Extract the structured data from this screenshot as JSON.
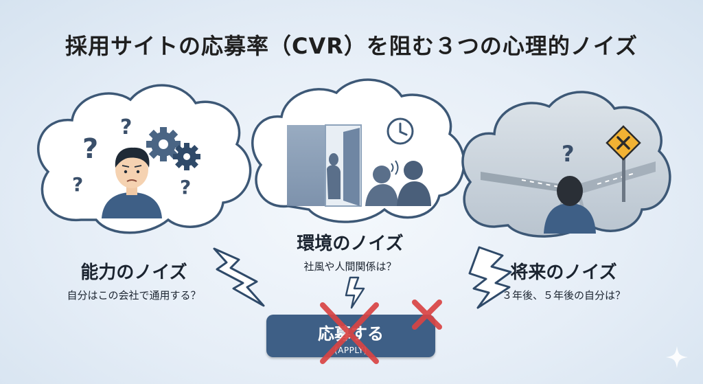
{
  "title": "採用サイトの応募率（CVR）を阻む３つの心理的ノイズ",
  "noises": [
    {
      "title": "能力のノイズ",
      "subtitle": "自分はこの会社で通用する？"
    },
    {
      "title": "環境のノイズ",
      "subtitle": "社風や人間関係は？"
    },
    {
      "title": "将来のノイズ",
      "subtitle": "３年後、５年後の自分は？"
    }
  ],
  "apply_button": {
    "label": "応募する",
    "sublabel": "(APPLY)"
  },
  "colors": {
    "navy": "#3e5f86",
    "cross": "#d94444",
    "cloud_fill": "#ffffff",
    "outline": "#3d5876"
  },
  "icons": [
    "question-mark-icon",
    "gear-icon",
    "clock-icon",
    "warning-sign-icon",
    "cross-mark-icon",
    "lightning-bolt-icon",
    "sparkle-icon"
  ]
}
